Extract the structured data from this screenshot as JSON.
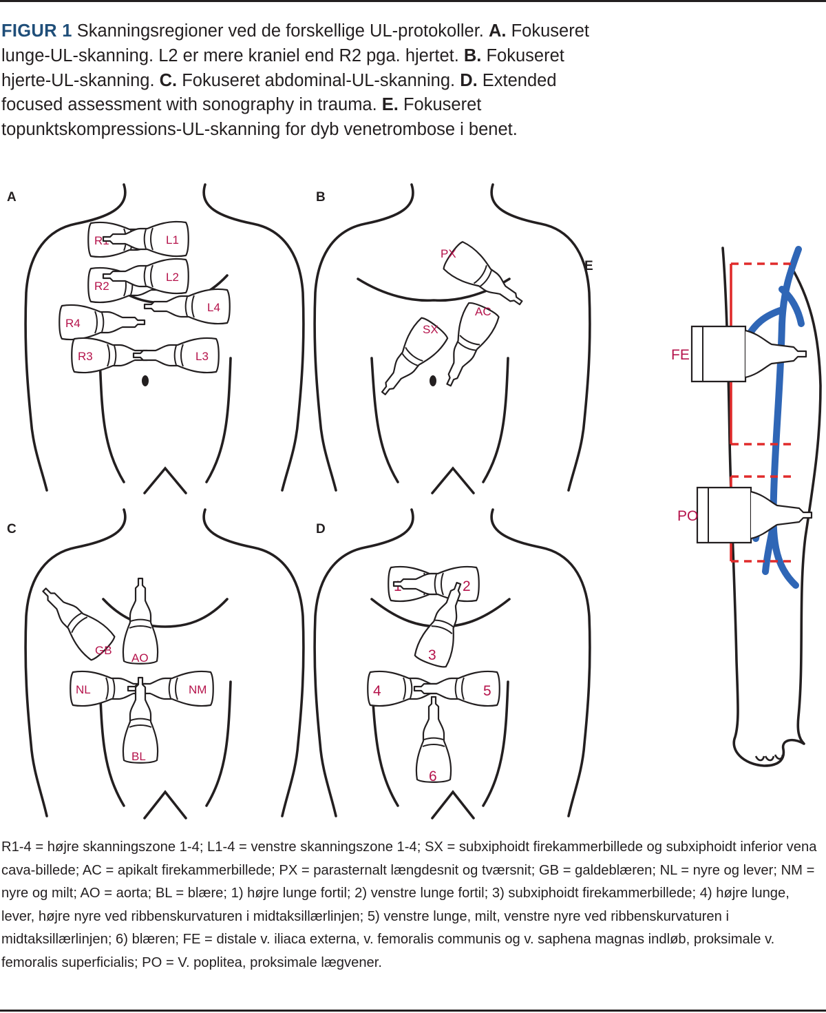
{
  "caption": {
    "figure_label": "FIGUR 1",
    "title": "Skanningsregioner ved de forskellige UL-protokoller.",
    "parts": [
      {
        "letter": "A.",
        "text": "Fokuseret lunge-UL-skanning. L2 er mere kraniel end R2 pga. hjertet."
      },
      {
        "letter": "B.",
        "text": "Fokuseret hjerte-UL-skanning."
      },
      {
        "letter": "C.",
        "text": "Fokuseret abdominal-UL-skanning."
      },
      {
        "letter": "D.",
        "text": "Extended focused assessment with sonography in trauma."
      },
      {
        "letter": "E.",
        "text": "Fokuseret topunktskompressions-UL-skanning for dyb venetrombose i benet."
      }
    ]
  },
  "panels": {
    "A": {
      "letter": "A",
      "probes": [
        "R1",
        "R2",
        "R4",
        "R3",
        "L1",
        "L2",
        "L4",
        "L3"
      ]
    },
    "B": {
      "letter": "B",
      "probes": [
        "PX",
        "AC",
        "SX"
      ]
    },
    "C": {
      "letter": "C",
      "probes": [
        "GB",
        "AO",
        "NL",
        "NM",
        "BL"
      ]
    },
    "D": {
      "letter": "D",
      "probes": [
        "1",
        "2",
        "3",
        "4",
        "5",
        "6"
      ]
    },
    "E": {
      "letter": "E",
      "probes": [
        "FE",
        "PO"
      ]
    }
  },
  "colors": {
    "caption_label": "#1f4e79",
    "probe_label": "#b5134b",
    "vein": "#2f66b6",
    "bracket": "#e02b2b",
    "line": "#231f20"
  },
  "footnote": "R1-4 = højre skanningszone 1-4; L1-4 = venstre skanningszone 1-4; SX = subxiphoidt firekammerbillede og subxiphoidt inferior vena cava-billede; AC = apikalt firekammerbillede; PX = parasternalt længdesnit og tværsnit; GB = galdeblæren; NL = nyre og lever; NM = nyre og milt; AO = aorta; BL = blære; 1) højre lunge fortil; 2) venstre lunge fortil; 3) subxiphoidt firekammerbillede; 4) højre lunge, lever, højre nyre ved ribbenskurvaturen i midtaksillærlinjen; 5) venstre lunge, milt, venstre nyre ved ribbenskurvaturen i midtaksillærlinjen; 6) blæren; FE = distale v. iliaca externa, v. femoralis communis og v. saphena magnas indløb, proksimale v. femoralis superficialis; PO = V. poplitea, proksimale lægvener."
}
